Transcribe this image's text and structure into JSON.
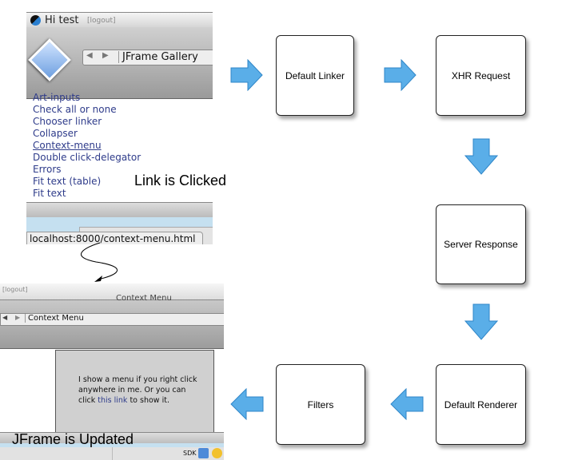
{
  "flow": {
    "default_linker": "Default Linker",
    "xhr_request": "XHR Request",
    "server_response": "Server Response",
    "default_renderer": "Default Renderer",
    "filters": "Filters"
  },
  "captions": {
    "link_clicked": "Link is Clicked",
    "jframe_updated": "JFrame is Updated"
  },
  "shot1": {
    "greeting": "Hi test",
    "logout": "[logout]",
    "window_title": "JFrame Gallery",
    "links": [
      "Art-inputs",
      "Check all or none",
      "Chooser linker",
      "Collapser",
      "Context-menu",
      "Double click-delegator",
      "Errors",
      "Fit text (table)",
      "Fit text"
    ],
    "status_url": "localhost:8000/context-menu.html"
  },
  "shot2": {
    "logout": "[logout]",
    "title_faded": "Context Menu",
    "window_title": "Context Menu",
    "body_text_1": "I show a menu if you right click anywhere in me. Or you can click",
    "body_link": "this link",
    "body_text_2": "to show it.",
    "dock_label": "SDK"
  },
  "colors": {
    "arrow": "#5aaee8",
    "link": "#2e3b8a"
  }
}
